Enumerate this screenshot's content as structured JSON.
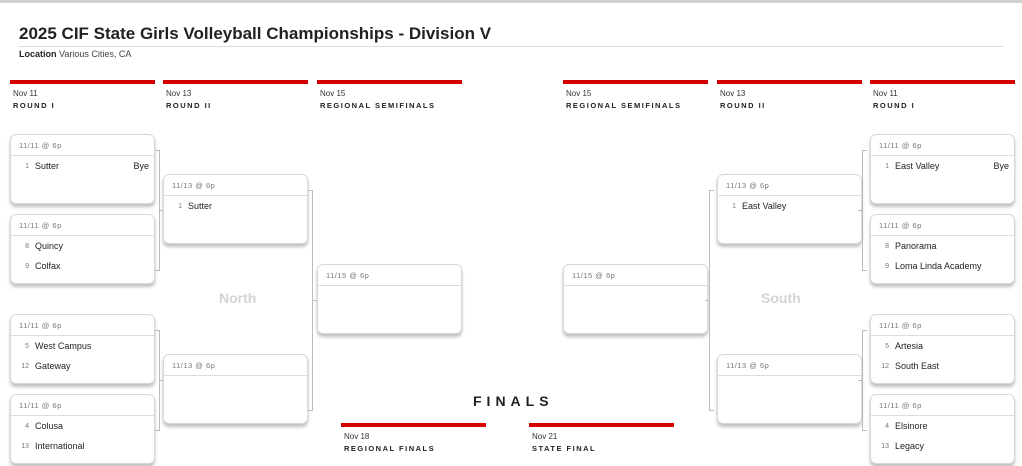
{
  "title": "2025 CIF State Girls Volleyball Championships - Division V",
  "location_label": "Location",
  "location": "Various Cities, CA",
  "columns": [
    {
      "date": "Nov 11",
      "round": "ROUND I"
    },
    {
      "date": "Nov 13",
      "round": "ROUND II"
    },
    {
      "date": "Nov 15",
      "round": "REGIONAL SEMIFINALS"
    },
    {
      "date": "Nov 15",
      "round": "REGIONAL SEMIFINALS"
    },
    {
      "date": "Nov 13",
      "round": "ROUND II"
    },
    {
      "date": "Nov 11",
      "round": "ROUND I"
    }
  ],
  "regions": {
    "left": "North",
    "right": "South"
  },
  "finals": {
    "title": "FINALS",
    "columns": [
      {
        "date": "Nov 18",
        "round": "REGIONAL FINALS"
      },
      {
        "date": "Nov 21",
        "round": "STATE FINAL"
      }
    ]
  },
  "matches": {
    "north_r1": [
      {
        "time": "11/11 @ 6p",
        "teams": [
          {
            "seed": "1",
            "name": "Sutter",
            "score": "Bye"
          }
        ]
      },
      {
        "time": "11/11 @ 6p",
        "teams": [
          {
            "seed": "8",
            "name": "Quincy",
            "score": ""
          },
          {
            "seed": "9",
            "name": "Colfax",
            "score": ""
          }
        ]
      },
      {
        "time": "11/11 @ 6p",
        "teams": [
          {
            "seed": "5",
            "name": "West Campus",
            "score": ""
          },
          {
            "seed": "12",
            "name": "Gateway",
            "score": ""
          }
        ]
      },
      {
        "time": "11/11 @ 6p",
        "teams": [
          {
            "seed": "4",
            "name": "Colusa",
            "score": ""
          },
          {
            "seed": "13",
            "name": "International",
            "score": ""
          }
        ]
      }
    ],
    "north_r2": [
      {
        "time": "11/13 @ 6p",
        "teams": [
          {
            "seed": "1",
            "name": "Sutter",
            "score": ""
          }
        ]
      },
      {
        "time": "11/13 @ 6p",
        "teams": []
      }
    ],
    "north_sf": [
      {
        "time": "11/15 @ 6p",
        "teams": []
      }
    ],
    "south_sf": [
      {
        "time": "11/15 @ 6p",
        "teams": []
      }
    ],
    "south_r2": [
      {
        "time": "11/13 @ 6p",
        "teams": [
          {
            "seed": "1",
            "name": "East Valley",
            "score": ""
          }
        ]
      },
      {
        "time": "11/13 @ 6p",
        "teams": []
      }
    ],
    "south_r1": [
      {
        "time": "11/11 @ 6p",
        "teams": [
          {
            "seed": "1",
            "name": "East Valley",
            "score": "Bye"
          }
        ]
      },
      {
        "time": "11/11 @ 6p",
        "teams": [
          {
            "seed": "8",
            "name": "Panorama",
            "score": ""
          },
          {
            "seed": "9",
            "name": "Loma Linda Academy",
            "score": ""
          }
        ]
      },
      {
        "time": "11/11 @ 6p",
        "teams": [
          {
            "seed": "5",
            "name": "Artesia",
            "score": ""
          },
          {
            "seed": "12",
            "name": "South East",
            "score": ""
          }
        ]
      },
      {
        "time": "11/11 @ 6p",
        "teams": [
          {
            "seed": "4",
            "name": "Elsinore",
            "score": ""
          },
          {
            "seed": "13",
            "name": "Legacy",
            "score": ""
          }
        ]
      }
    ]
  }
}
